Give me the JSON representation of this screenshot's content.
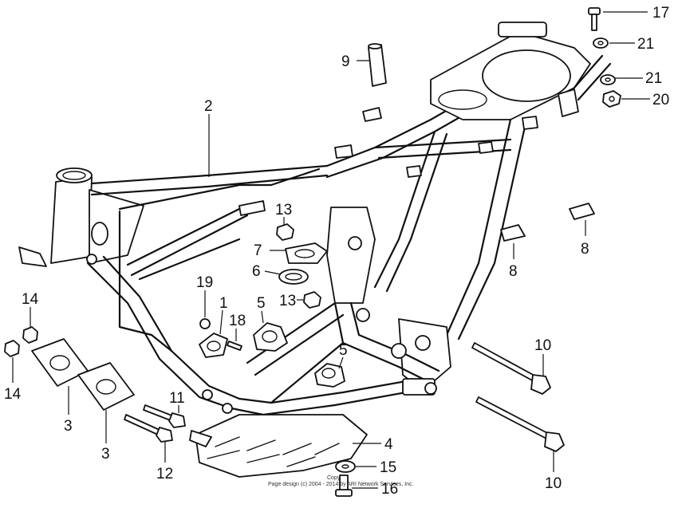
{
  "diagram": {
    "callouts": [
      {
        "id": "c17",
        "label": "17"
      },
      {
        "id": "c21a",
        "label": "21"
      },
      {
        "id": "c21b",
        "label": "21"
      },
      {
        "id": "c20",
        "label": "20"
      },
      {
        "id": "c9",
        "label": "9"
      },
      {
        "id": "c2",
        "label": "2"
      },
      {
        "id": "c13a",
        "label": "13"
      },
      {
        "id": "c7",
        "label": "7"
      },
      {
        "id": "c6",
        "label": "6"
      },
      {
        "id": "c13b",
        "label": "13"
      },
      {
        "id": "c8a",
        "label": "8"
      },
      {
        "id": "c8b",
        "label": "8"
      },
      {
        "id": "c19",
        "label": "19"
      },
      {
        "id": "c1",
        "label": "1"
      },
      {
        "id": "c18",
        "label": "18"
      },
      {
        "id": "c5a",
        "label": "5"
      },
      {
        "id": "c5b",
        "label": "5"
      },
      {
        "id": "c14a",
        "label": "14"
      },
      {
        "id": "c14b",
        "label": "14"
      },
      {
        "id": "c10a",
        "label": "10"
      },
      {
        "id": "c10b",
        "label": "10"
      },
      {
        "id": "c11",
        "label": "11"
      },
      {
        "id": "c3a",
        "label": "3"
      },
      {
        "id": "c3b",
        "label": "3"
      },
      {
        "id": "c12",
        "label": "12"
      },
      {
        "id": "c4",
        "label": "4"
      },
      {
        "id": "c15",
        "label": "15"
      },
      {
        "id": "c16",
        "label": "16"
      }
    ],
    "copyright_line1": "Copy",
    "copyright_line2": "Page design (c) 2004 - 2014 by ARI Network Services, Inc."
  }
}
